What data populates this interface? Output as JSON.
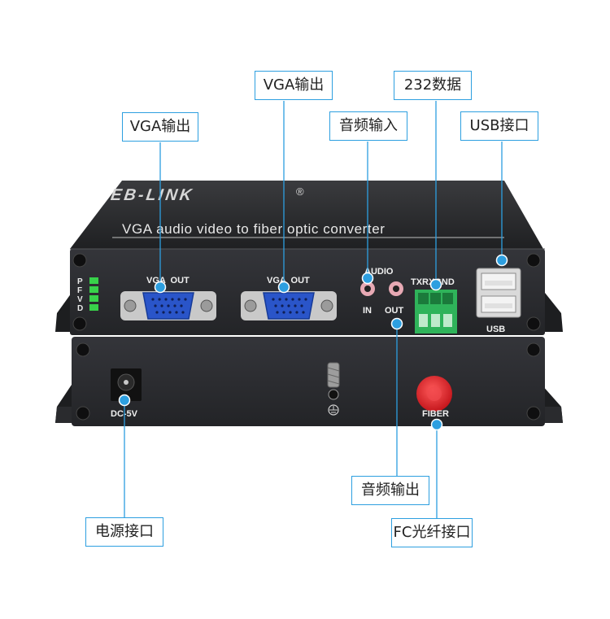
{
  "callouts": {
    "vga_out_1": "VGA输出",
    "vga_out_2": "VGA输出",
    "audio_in": "音频输入",
    "data_232": "232数据",
    "usb_port": "USB接口",
    "audio_out": "音频输出",
    "power_port": "电源接口",
    "fc_fiber_port": "FC光纤接口"
  },
  "device": {
    "brand": "EB-LINK",
    "trademark": "®",
    "model_line": "VGA audio video to fiber optic converter",
    "top_unit": {
      "leds": [
        "P",
        "F",
        "V",
        "D"
      ],
      "vga1_label": "VGA  OUT",
      "vga2_label": "VGA  OUT",
      "audio_label": "AUDIO",
      "audio_in_label": "IN",
      "audio_out_label": "OUT",
      "rs232_label": "TXRXGND",
      "usb_label": "USB"
    },
    "bottom_unit": {
      "dc_label": "DC-5V",
      "fiber_label": "FIBER"
    }
  },
  "colors": {
    "callout_border": "#2d9fe0",
    "callout_line": "#2d9fe0",
    "marker_dot": "#2d9fe0",
    "chassis": "#2b2c2e",
    "vga_blue": "#2a55c9",
    "led_green": "#38d14a",
    "terminal_green": "#2fb35a",
    "fiber_red": "#e1262b"
  }
}
